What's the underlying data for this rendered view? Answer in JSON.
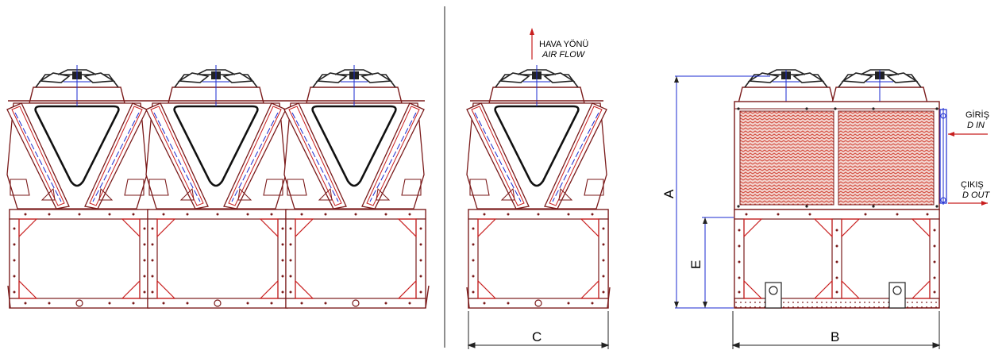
{
  "annotations": {
    "airflow_tr": "HAVA YÖNÜ",
    "airflow_en": "AIR FLOW",
    "inlet_tr": "GİRİŞ",
    "inlet_en": "D IN",
    "outlet_tr": "ÇIKIŞ",
    "outlet_en": "D OUT"
  },
  "dimensions": {
    "a": "A",
    "b": "B",
    "c": "C",
    "e": "E"
  },
  "colors": {
    "outline": "#7a1a1a",
    "detail": "#c81e1e",
    "dimension": "#1a2ad0",
    "coil_fill": "#d24a3c",
    "ink": "#000000"
  }
}
